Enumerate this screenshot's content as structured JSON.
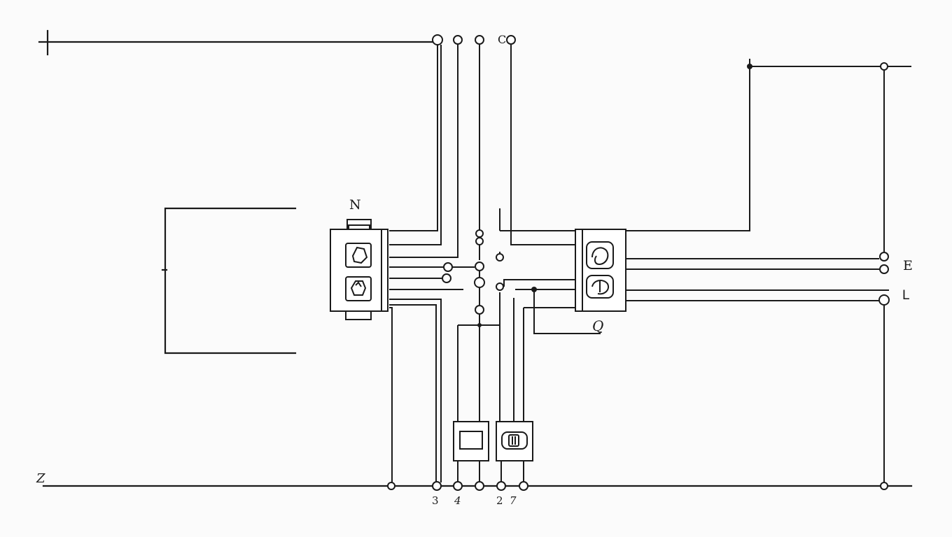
{
  "labels": {
    "top_n": "N",
    "top_c": "C",
    "right_e": "E",
    "right_l": "L",
    "mid_q": "Q",
    "bottom_left": "Z",
    "bottom_3": "3",
    "bottom_4": "4",
    "bottom_2": "2",
    "bottom_7": "7"
  },
  "colors": {
    "line": "#1a1a1a",
    "background": "#fbfbfb"
  }
}
